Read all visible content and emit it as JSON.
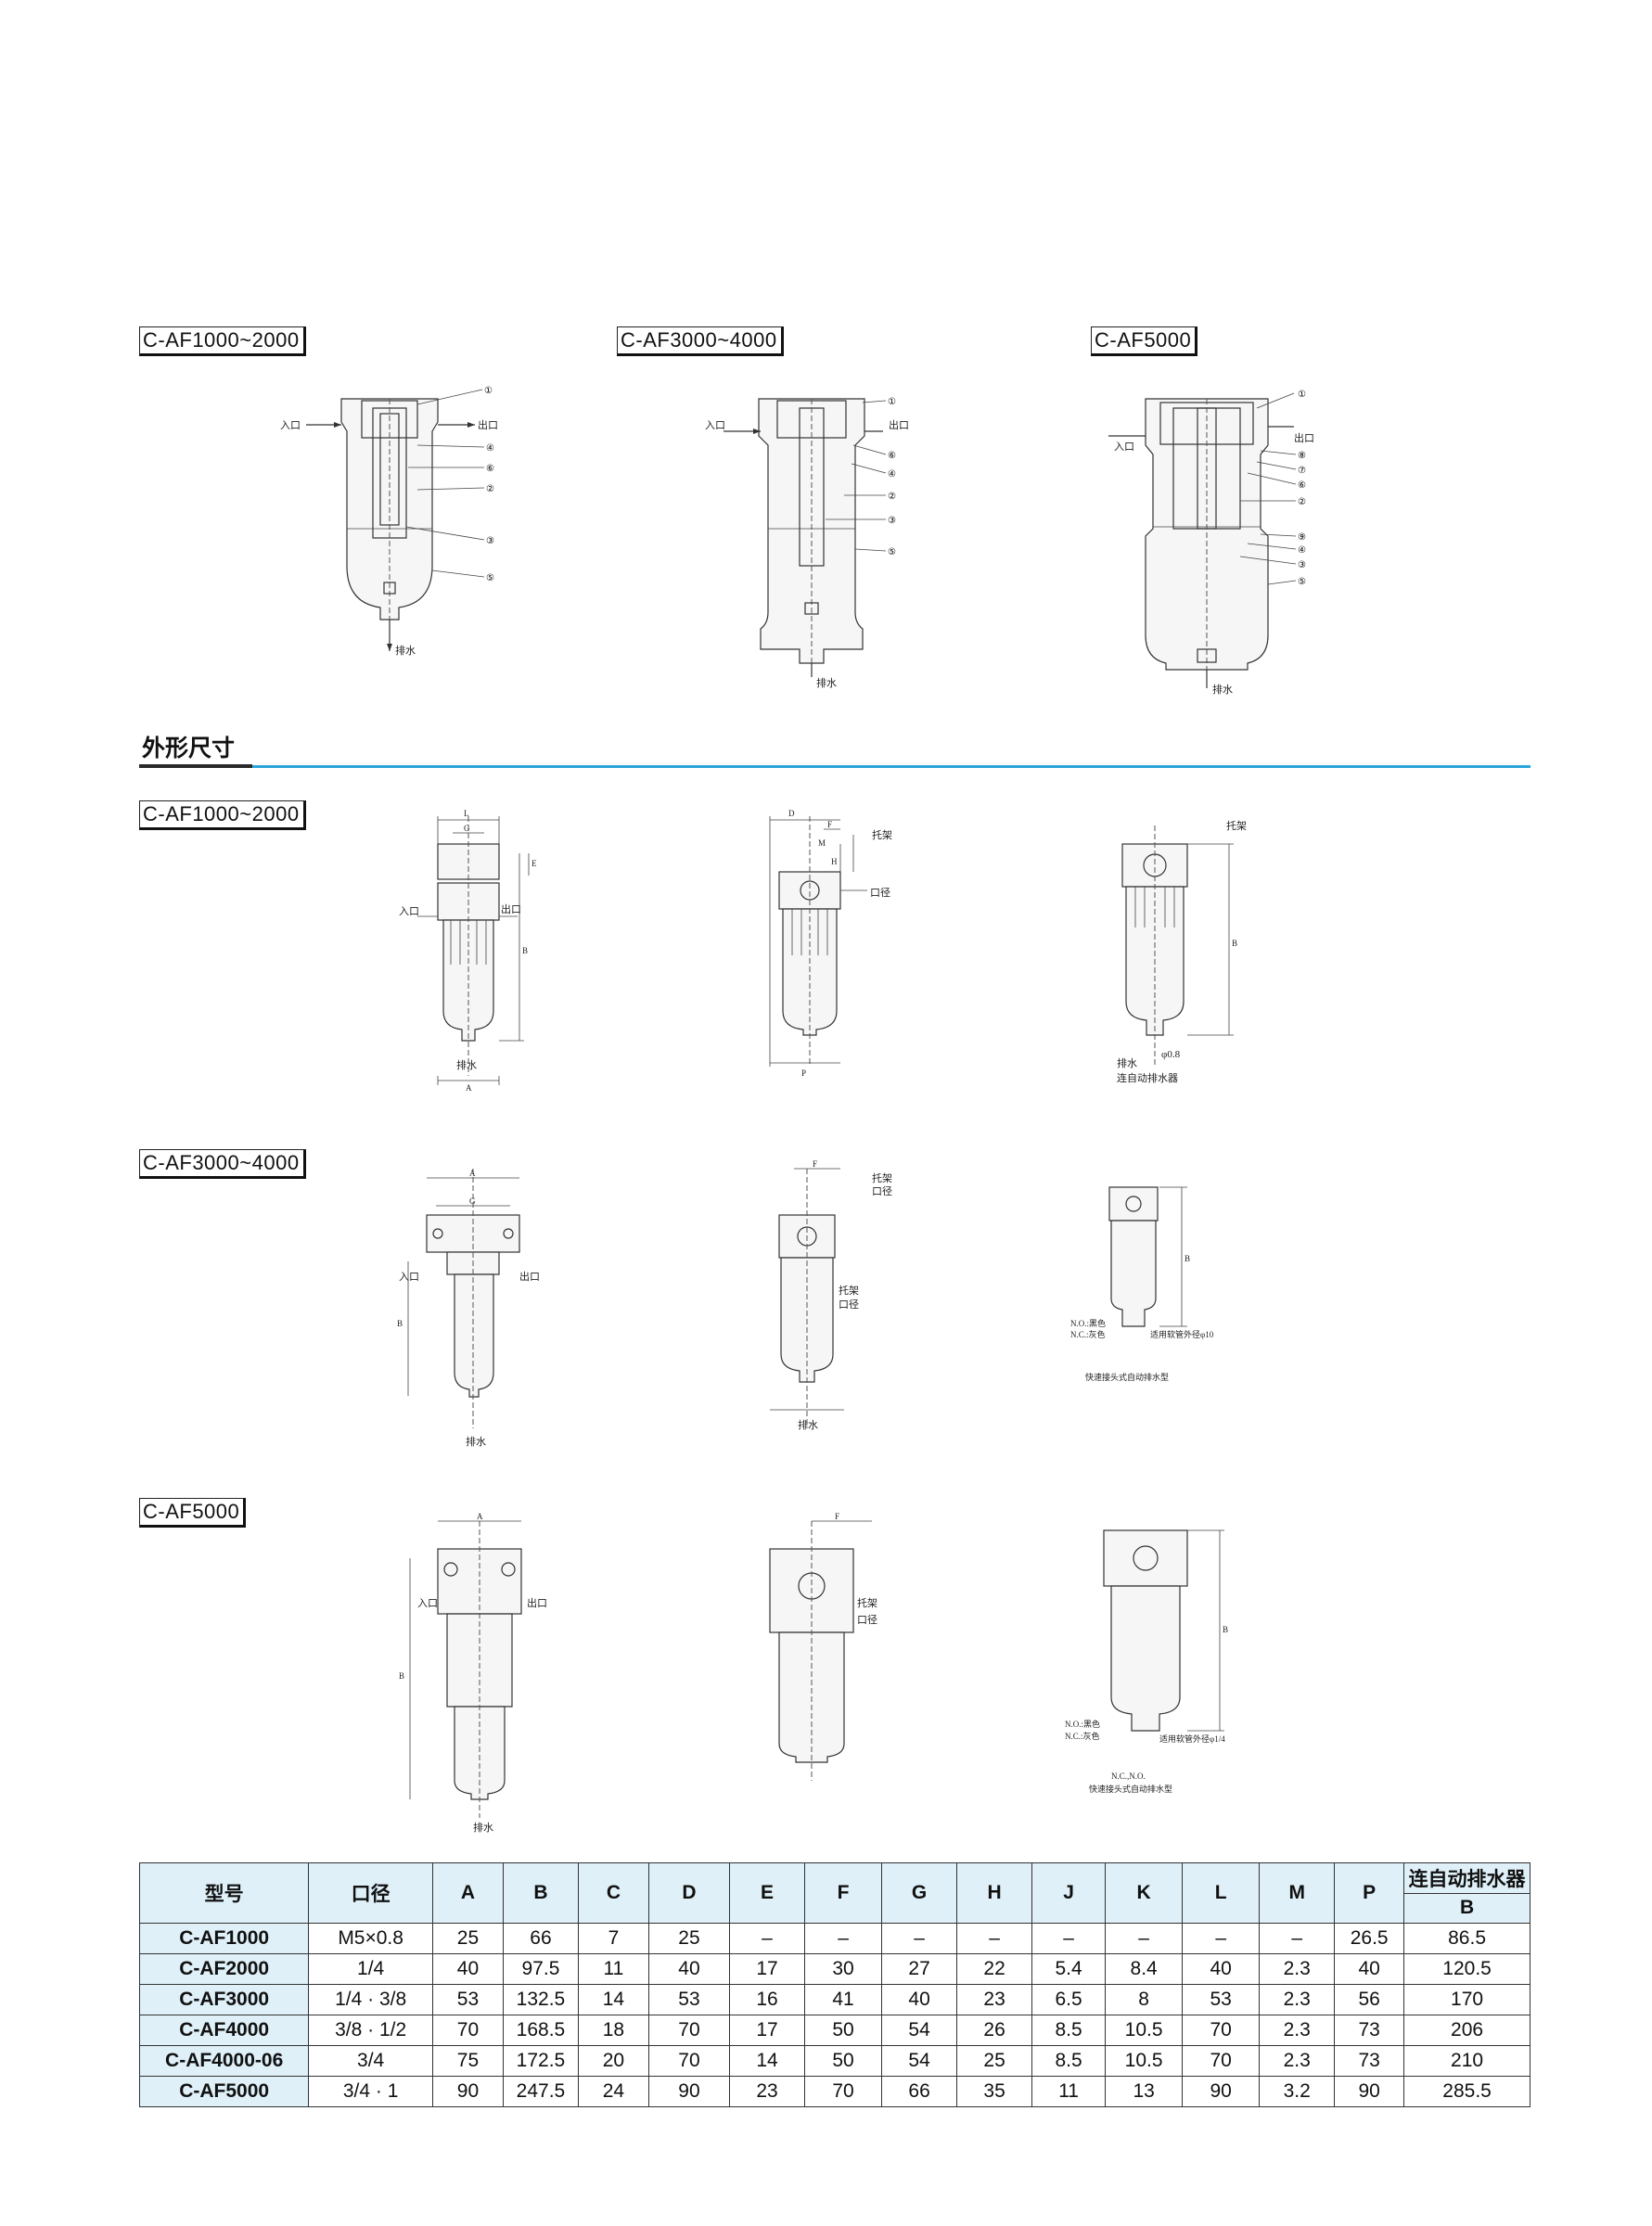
{
  "structure_section": {
    "models": [
      "C-AF1000~2000",
      "C-AF3000~4000",
      "C-AF5000"
    ],
    "labels": {
      "inlet": "入口",
      "outlet": "出口",
      "drain": "排水"
    },
    "callouts_af1000": [
      "①",
      "④",
      "⑥",
      "②",
      "③",
      "⑤"
    ],
    "callouts_af3000": [
      "①",
      "⑥",
      "④",
      "②",
      "③",
      "⑤"
    ],
    "callouts_af5000": [
      "①",
      "⑧",
      "⑦",
      "⑥",
      "②",
      "⑨",
      "④",
      "③",
      "⑤"
    ]
  },
  "dimension_section": {
    "title": "外形尺寸",
    "row_models": [
      "C-AF1000~2000",
      "C-AF3000~4000",
      "C-AF5000"
    ],
    "labels": {
      "inlet": "入口",
      "outlet": "出口",
      "drain": "排水",
      "bracket": "托架",
      "port": "口径",
      "auto_drain": "连自动排水器",
      "orifice": "φ0.8",
      "no_black": "N.O.:黑色",
      "nc_gray": "N.C.:灰色",
      "hose": "适用软管外径φ10",
      "hose_af5000": "适用软管外径φ1/4",
      "quick_drain": "快速接头式自动排水型",
      "ncno": "N.C.,N.O.",
      "port_af3000": "口径",
      "bracket_af3000": "托架"
    },
    "dim_letters": [
      "A",
      "B",
      "C",
      "D",
      "E",
      "F",
      "G",
      "H",
      "J",
      "K",
      "L",
      "M",
      "P"
    ]
  },
  "table": {
    "headers": [
      "型号",
      "口径",
      "A",
      "B",
      "C",
      "D",
      "E",
      "F",
      "G",
      "H",
      "J",
      "K",
      "L",
      "M",
      "P"
    ],
    "auto_drain_header": "连自动排水器",
    "auto_drain_sub": "B",
    "rows": [
      [
        "C-AF1000",
        "M5×0.8",
        "25",
        "66",
        "7",
        "25",
        "–",
        "–",
        "–",
        "–",
        "–",
        "–",
        "–",
        "–",
        "26.5",
        "86.5"
      ],
      [
        "C-AF2000",
        "1/4",
        "40",
        "97.5",
        "11",
        "40",
        "17",
        "30",
        "27",
        "22",
        "5.4",
        "8.4",
        "40",
        "2.3",
        "40",
        "120.5"
      ],
      [
        "C-AF3000",
        "1/4 · 3/8",
        "53",
        "132.5",
        "14",
        "53",
        "16",
        "41",
        "40",
        "23",
        "6.5",
        "8",
        "53",
        "2.3",
        "56",
        "170"
      ],
      [
        "C-AF4000",
        "3/8 · 1/2",
        "70",
        "168.5",
        "18",
        "70",
        "17",
        "50",
        "54",
        "26",
        "8.5",
        "10.5",
        "70",
        "2.3",
        "73",
        "206"
      ],
      [
        "C-AF4000-06",
        "3/4",
        "75",
        "172.5",
        "20",
        "70",
        "14",
        "50",
        "54",
        "25",
        "8.5",
        "10.5",
        "70",
        "2.3",
        "73",
        "210"
      ],
      [
        "C-AF5000",
        "3/4 · 1",
        "90",
        "247.5",
        "24",
        "90",
        "23",
        "70",
        "66",
        "35",
        "11",
        "13",
        "90",
        "3.2",
        "90",
        "285.5"
      ]
    ]
  }
}
